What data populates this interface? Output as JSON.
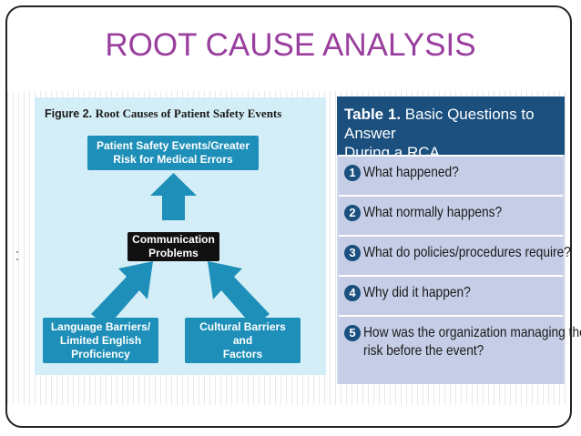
{
  "slide": {
    "title": "ROOT CAUSE ANALYSIS"
  },
  "figure": {
    "label": "Figure 2.",
    "title": "Root Causes of Patient Safety Events",
    "top_box": [
      "Patient Safety Events/Greater",
      "Risk for Medical Errors"
    ],
    "center_box": [
      "Communication",
      "Problems"
    ],
    "left_box": [
      "Language Barriers/",
      "Limited English",
      "Proficiency"
    ],
    "right_box": [
      "Cultural Barriers",
      "and",
      "Factors"
    ],
    "colors": {
      "panel": "#d4eef7",
      "box": "#1d8fb8",
      "center": "#111111"
    }
  },
  "table": {
    "label": "Table 1.",
    "title_line1": "Basic Questions to Answer",
    "title_line2": "During a RCA",
    "questions": [
      {
        "num": "1",
        "lines": [
          "What happened?"
        ]
      },
      {
        "num": "2",
        "lines": [
          "What normally happens?"
        ]
      },
      {
        "num": "3",
        "lines": [
          "What do policies/procedures require?"
        ]
      },
      {
        "num": "4",
        "lines": [
          "Why did it happen?"
        ]
      },
      {
        "num": "5",
        "lines": [
          "How was the organization managing the",
          "risk before the event?"
        ]
      }
    ],
    "colors": {
      "header": "#1a4f7e",
      "rows": "#c5cee6"
    }
  }
}
